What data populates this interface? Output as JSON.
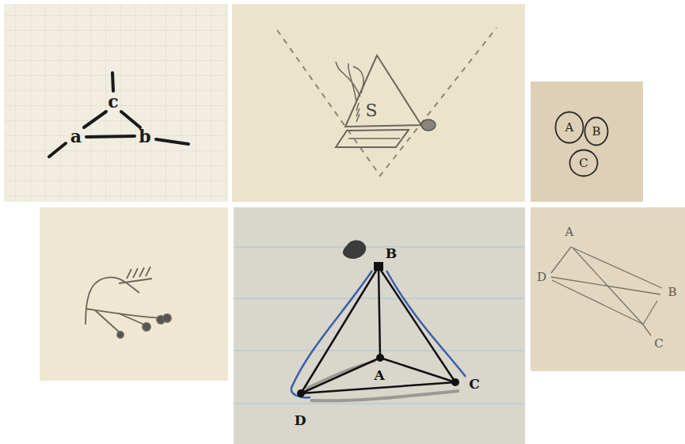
{
  "diagram": {
    "nodes": [
      {
        "text": [
          "A"
        ]
      },
      {
        "text": [
          "B"
        ]
      },
      {
        "text": [
          "C"
        ]
      }
    ],
    "labels": [
      "c",
      "a",
      "b",
      "S",
      "B",
      "A",
      "C",
      "D",
      "A",
      "B",
      "C",
      "D"
    ]
  }
}
